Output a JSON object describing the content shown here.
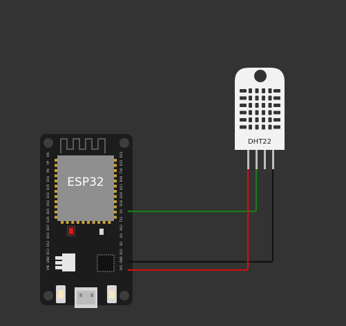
{
  "canvas": {
    "background": "#333333",
    "components": {
      "esp32": {
        "label": "ESP32",
        "board_color": "#1c1c1c",
        "module_color": "#8f8f8f",
        "left_pins": [
          "EN",
          "VP",
          "VN",
          "D34",
          "D35",
          "D32",
          "D33",
          "D25",
          "D26",
          "D27",
          "D14",
          "D12",
          "D13",
          "GND",
          "VIN"
        ],
        "right_pins": [
          "D23",
          "D22",
          "TX0",
          "RX0",
          "D21",
          "D19",
          "D18",
          "D5",
          "TX2",
          "RX2",
          "D4",
          "D2",
          "D15",
          "GND",
          "3V3"
        ]
      },
      "dht22": {
        "label": "DHT22",
        "body_color": "#f2f2f2"
      }
    },
    "wires": [
      {
        "name": "data-wire",
        "color": "#1a7a1a",
        "from": "D5",
        "to": "DHT22 SDA"
      },
      {
        "name": "gnd-wire",
        "color": "#111111",
        "from": "GND",
        "to": "DHT22 GND"
      },
      {
        "name": "vcc-wire",
        "color": "#cc1111",
        "from": "3V3",
        "to": "DHT22 VCC"
      }
    ]
  }
}
